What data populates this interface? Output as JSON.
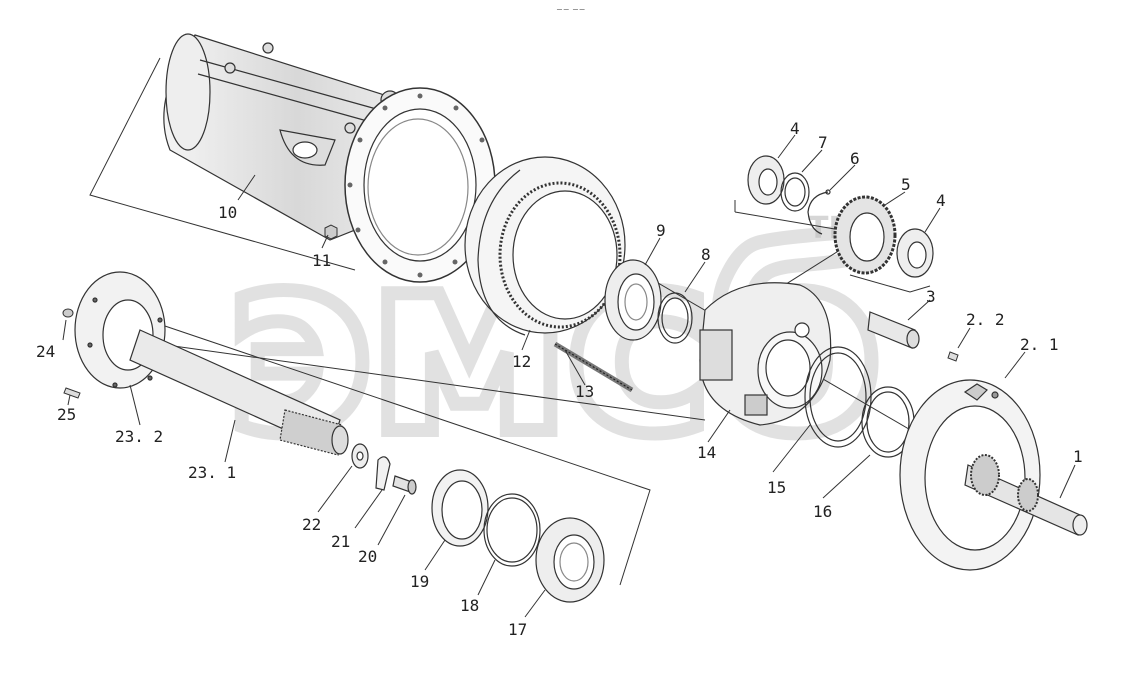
{
  "header_mark": "−− −−",
  "watermark": {
    "text": "эмсб",
    "tm": "TM"
  },
  "colors": {
    "line": "#333333",
    "shade": "#8a8a8a",
    "paper": "#ffffff",
    "watermark": "#c8c8c8"
  },
  "labels": {
    "l1": "1",
    "l2_1": "2. 1",
    "l2_2": "2. 2",
    "l3": "3",
    "l4a": "4",
    "l4b": "4",
    "l5": "5",
    "l6": "6",
    "l7": "7",
    "l8": "8",
    "l9": "9",
    "l10": "10",
    "l11": "11",
    "l12": "12",
    "l13": "13",
    "l14": "14",
    "l15": "15",
    "l16": "16",
    "l17": "17",
    "l18": "18",
    "l19": "19",
    "l20": "20",
    "l21": "21",
    "l22": "22",
    "l23_1": "23. 1",
    "l23_2": "23. 2",
    "l24": "24",
    "l25": "25"
  }
}
